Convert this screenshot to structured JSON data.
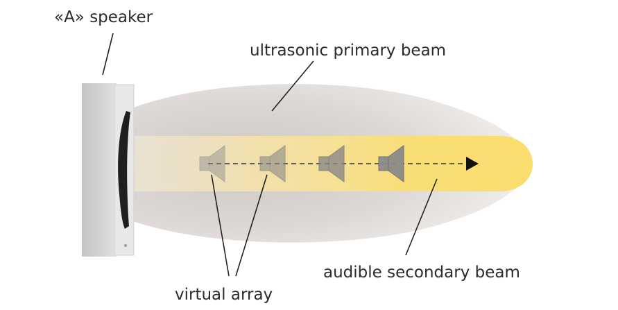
{
  "labels": {
    "speaker": "«A» speaker",
    "primary_beam": "ultrasonic primary beam",
    "secondary_beam": "audible secondary beam",
    "virtual_array": "virtual array"
  },
  "colors": {
    "primary_beam_edge": "#ece8e6",
    "primary_beam_core": "#d8d2cf",
    "secondary_beam": "#f9df7a",
    "speaker_body": "#d3d3d5",
    "speaker_face": "#e6e6e8",
    "driver": "#1f1f1f",
    "virtual_speaker": "#8a8a8a",
    "arrow": "#111111"
  },
  "virtual_speakers": [
    {
      "name": "virtual-speaker-1"
    },
    {
      "name": "virtual-speaker-2"
    },
    {
      "name": "virtual-speaker-3"
    },
    {
      "name": "virtual-speaker-4"
    }
  ]
}
